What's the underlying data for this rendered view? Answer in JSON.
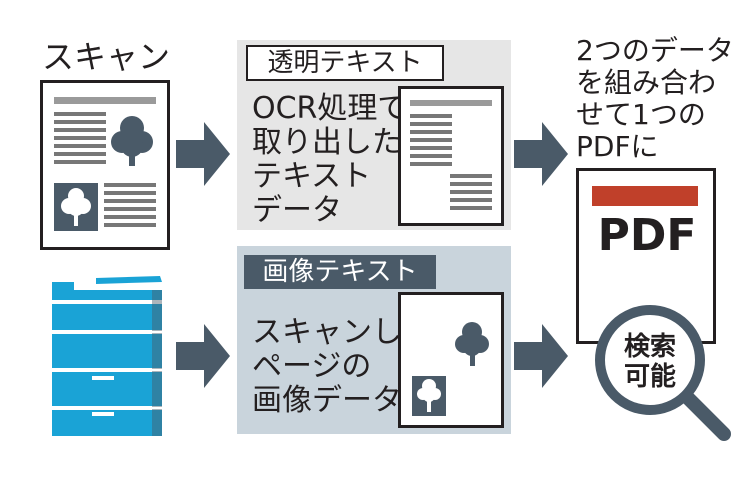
{
  "scan_label": "スキャン",
  "transparent_text": {
    "tag": "透明テキスト",
    "lines": [
      "OCR処理で",
      "取り出した",
      "テキスト",
      "データ"
    ]
  },
  "image_text": {
    "tag": "画像テキスト",
    "lines": [
      "スキャンした",
      "ページの",
      "画像データ"
    ]
  },
  "combine_note": [
    "2つのデータ",
    "を組み合わ",
    "せて1つの",
    "PDFに"
  ],
  "pdf_label": "PDF",
  "searchable": [
    "検索",
    "可能"
  ],
  "colors": {
    "dark": "#4a5a68",
    "gray_panel": "#e6e6e6",
    "blue_panel": "#c9d4dc",
    "printer": "#1aa3d6",
    "pdf_bar": "#c0402a",
    "text_line": "#777777"
  }
}
